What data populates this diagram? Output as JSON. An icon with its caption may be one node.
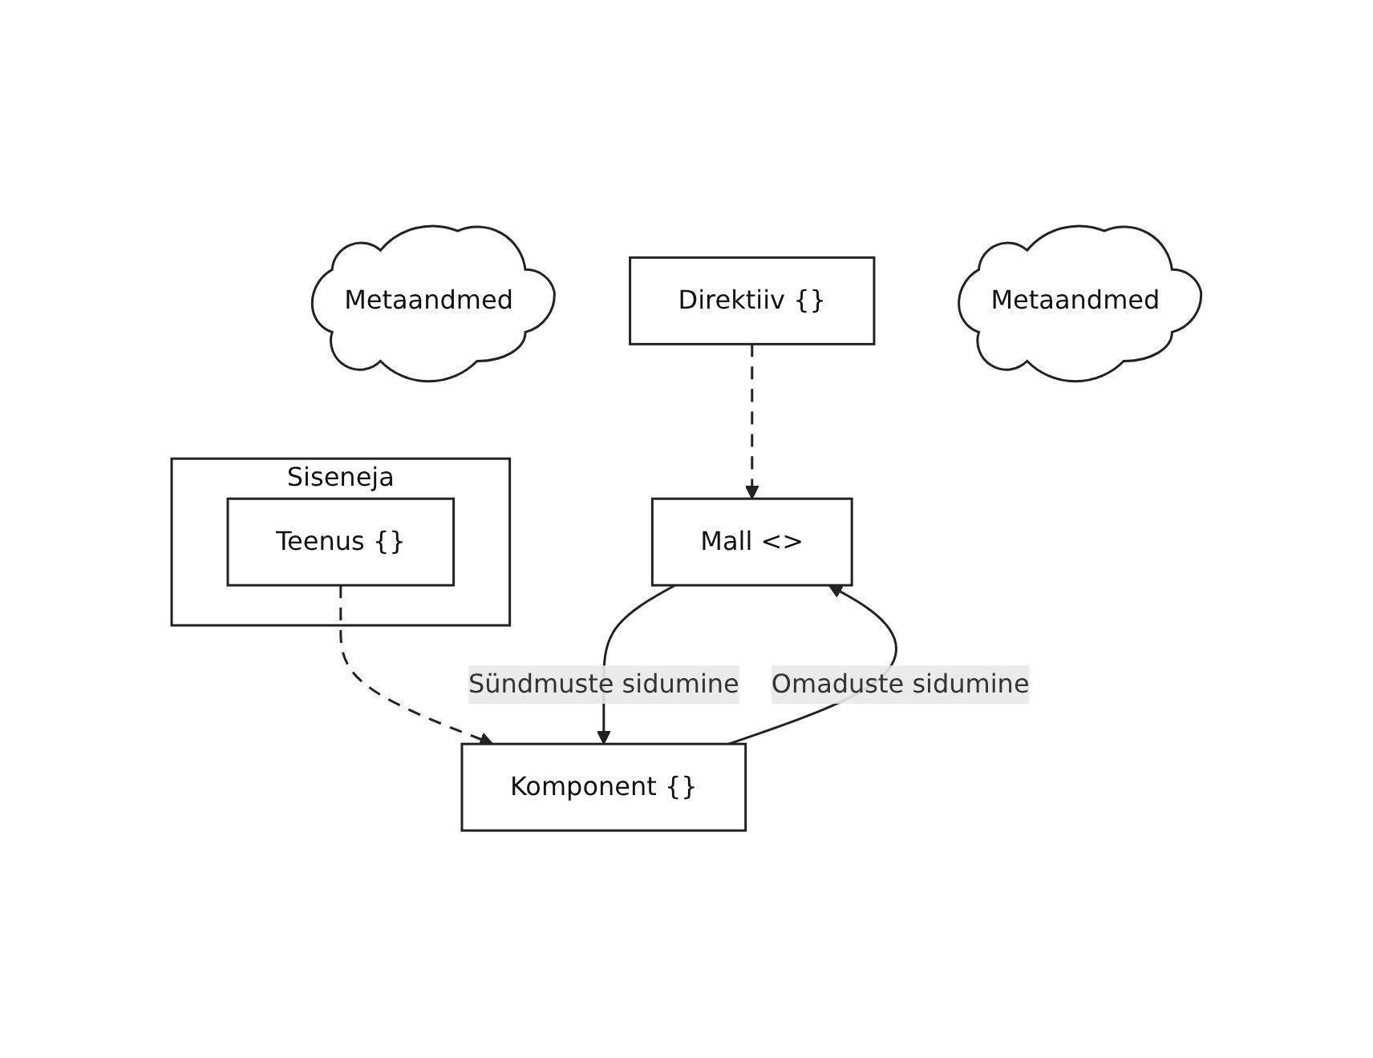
{
  "diagram": {
    "nodes": [
      {
        "text": [
          "Metaandmed"
        ]
      },
      {
        "text": [
          "Mall <>"
        ]
      },
      {
        "text": [
          "Direktiiv {}"
        ]
      },
      {
        "text": [
          "Metaandmed"
        ]
      },
      {
        "text": [
          "Siseneja"
        ]
      },
      {
        "text": [
          "Teenus {}"
        ],
        "in": 4
      },
      {
        "text": [
          "Komponent {}"
        ]
      }
    ],
    "edges": [
      {
        "from": 2,
        "to": 1,
        "arrow": "to",
        "style": "dashed"
      },
      {
        "from": 6,
        "to": 1,
        "arrow": "to",
        "label": "Omaduste sidumine"
      },
      {
        "from": 1,
        "to": 6,
        "arrow": "to",
        "label": "Sündmuste sidumine"
      },
      {
        "from": 5,
        "to": 6,
        "arrow": "to",
        "style": "dashed"
      }
    ]
  }
}
